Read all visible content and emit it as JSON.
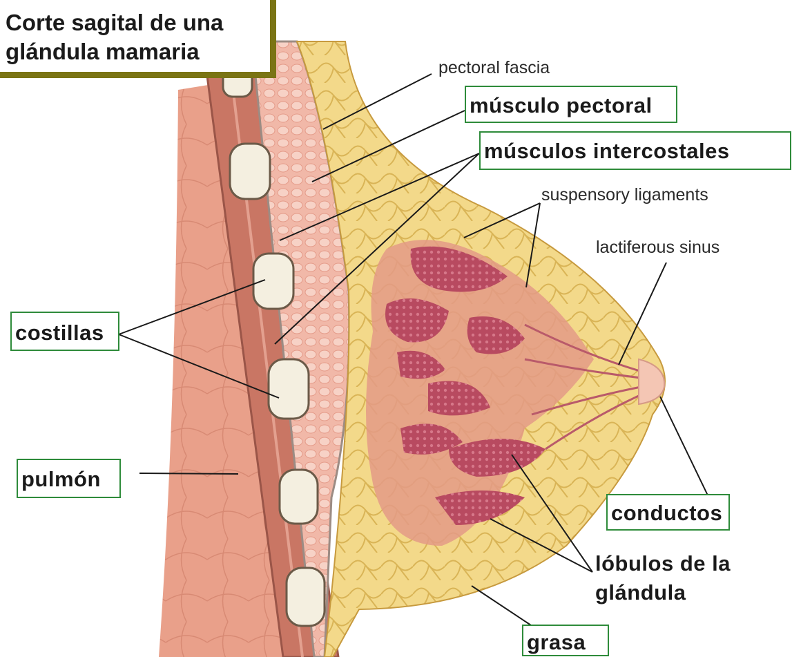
{
  "title": {
    "line1": "Corte sagital de una",
    "line2": "glándula mamaria"
  },
  "labels": {
    "pectoral_fascia": "pectoral fascia",
    "musculo_pectoral": "músculo pectoral",
    "musculos_intercostales": "músculos intercostales",
    "suspensory_ligaments": "suspensory ligaments",
    "lactiferous_sinus": "lactiferous sinus",
    "costillas": "costillas",
    "pulmon": "pulmón",
    "conductos": "conductos",
    "lobulos_line1": "lóbulos de la",
    "lobulos_line2": "glándula",
    "grasa": "grasa"
  },
  "colors": {
    "label_border": "#2e8b3a",
    "title_border": "#7a7414",
    "fat": "#f0d27a",
    "lung": "#e9a088",
    "muscle": "#d98877",
    "gland": "#c7566a"
  }
}
